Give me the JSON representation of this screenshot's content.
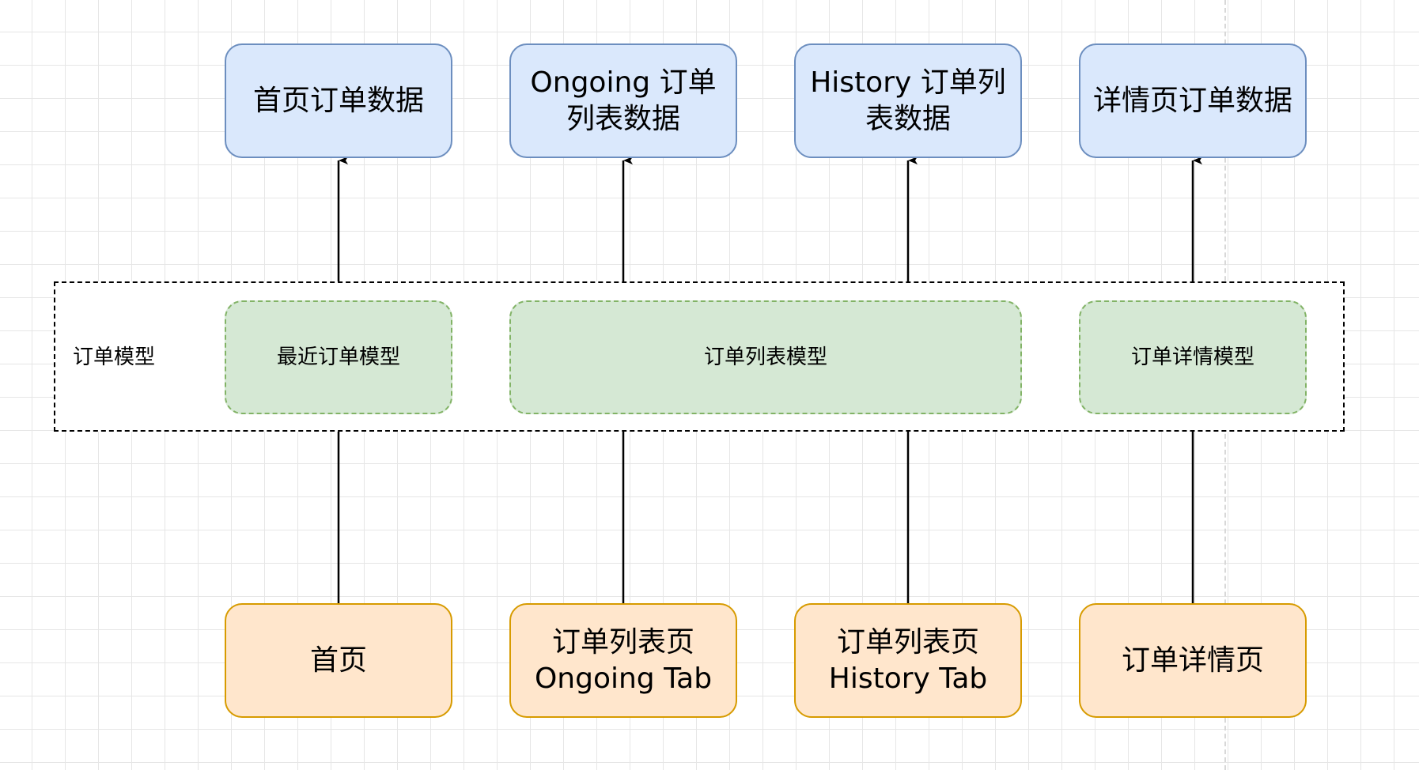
{
  "colors": {
    "data_fill": "#dae8fc",
    "data_stroke": "#6c8ebf",
    "model_fill": "#d5e8d4",
    "model_stroke": "#82b366",
    "page_fill": "#ffe6cc",
    "page_stroke": "#d79b00"
  },
  "data_nodes": [
    {
      "label": "首页订单数据"
    },
    {
      "label": "Ongoing 订单列表数据"
    },
    {
      "label": "History 订单列表数据"
    },
    {
      "label": "详情页订单数据"
    }
  ],
  "model_group": {
    "label": "订单模型",
    "models": [
      {
        "label": "最近订单模型"
      },
      {
        "label": "订单列表模型"
      },
      {
        "label": "订单详情模型"
      }
    ]
  },
  "page_nodes": [
    {
      "label": "首页"
    },
    {
      "label": "订单列表页 Ongoing Tab"
    },
    {
      "label": "订单列表页 History Tab"
    },
    {
      "label": "订单详情页"
    }
  ],
  "edges": [
    {
      "from": "首页",
      "to": "首页订单数据"
    },
    {
      "from": "订单列表页 Ongoing Tab",
      "to": "Ongoing 订单列表数据"
    },
    {
      "from": "订单列表页 History Tab",
      "to": "History 订单列表数据"
    },
    {
      "from": "订单详情页",
      "to": "详情页订单数据"
    }
  ]
}
